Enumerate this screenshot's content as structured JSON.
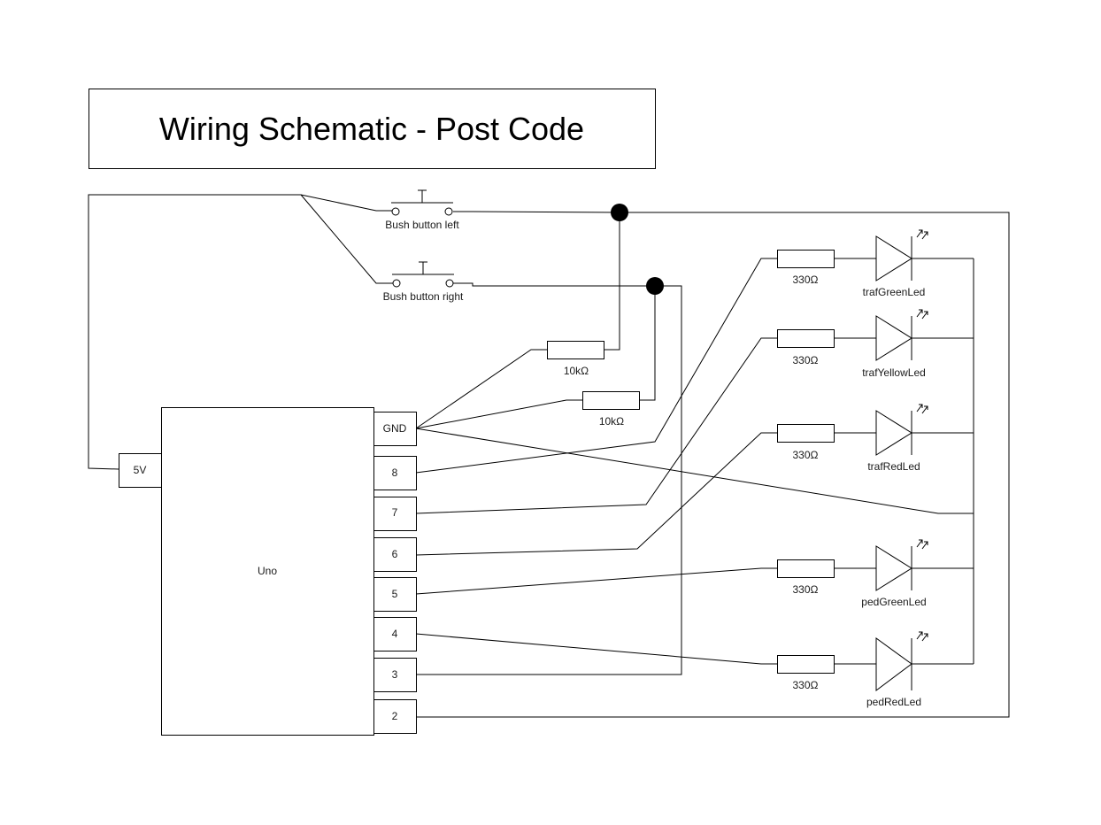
{
  "title": "Wiring Schematic - Post Code",
  "board": {
    "label": "Uno",
    "power_pin": "5V"
  },
  "pins": [
    "GND",
    "8",
    "7",
    "6",
    "5",
    "4",
    "3",
    "2"
  ],
  "buttons": {
    "left": "Bush button left",
    "right": "Bush button right"
  },
  "pulldown_resistors": [
    "10kΩ",
    "10kΩ"
  ],
  "led_resistors": [
    "330Ω",
    "330Ω",
    "330Ω",
    "330Ω",
    "330Ω"
  ],
  "leds": [
    "trafGreenLed",
    "trafYellowLed",
    "trafRedLed",
    "pedGreenLed",
    "pedRedLed"
  ]
}
